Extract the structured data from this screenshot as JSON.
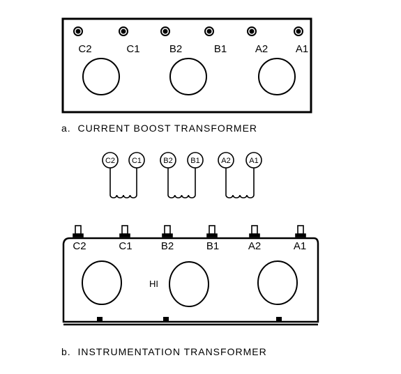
{
  "terminals": [
    "C2",
    "C1",
    "B2",
    "B1",
    "A2",
    "A1"
  ],
  "coil_groups": [
    {
      "left": "C2",
      "right": "C1"
    },
    {
      "left": "B2",
      "right": "B1"
    },
    {
      "left": "A2",
      "right": "A1"
    }
  ],
  "panel_a": {
    "caption": "a.  CURRENT BOOST TRANSFORMER"
  },
  "panel_b": {
    "caption": "b.  INSTRUMENTATION TRANSFORMER",
    "center_marker": "HI"
  },
  "colors": {
    "ink": "#000000",
    "paper": "#ffffff"
  }
}
